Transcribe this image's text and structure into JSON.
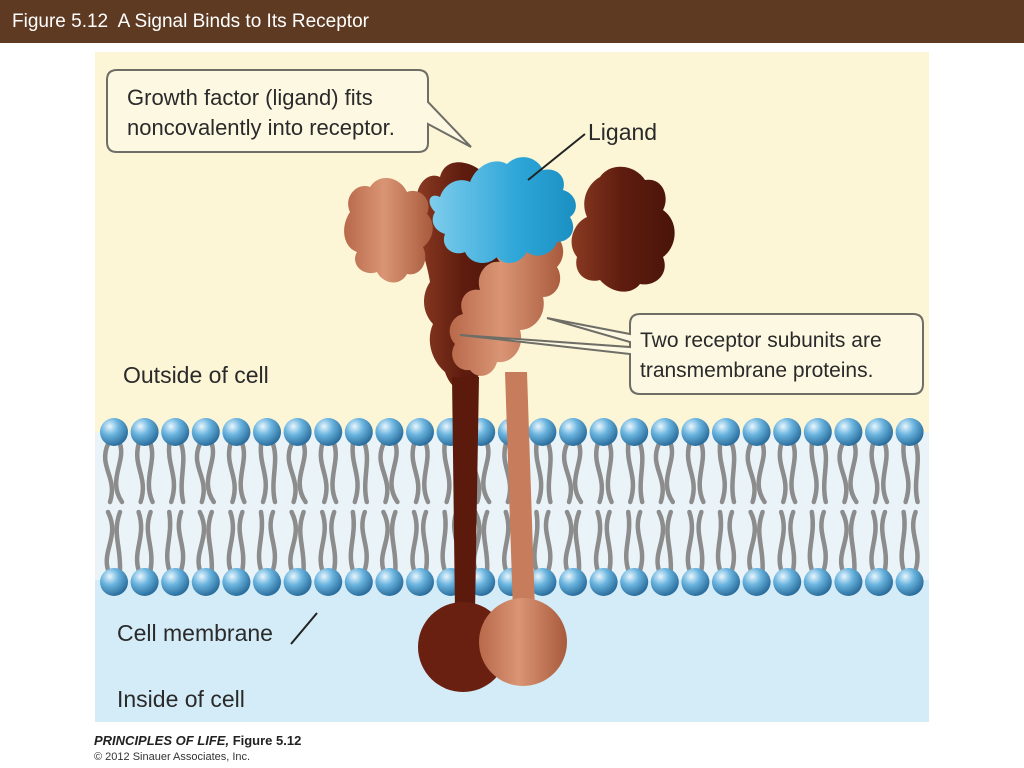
{
  "title": "Figure 5.12  A Signal Binds to Its Receptor",
  "labels": {
    "callout_growth_factor_line1": "Growth factor (ligand) fits",
    "callout_growth_factor_line2": "noncovalently into receptor.",
    "ligand": "Ligand",
    "callout_subunits_line1": "Two receptor subunits are",
    "callout_subunits_line2": "transmembrane proteins.",
    "outside": "Outside of cell",
    "membrane": "Cell membrane",
    "inside": "Inside of cell"
  },
  "credit": {
    "book": "PRINCIPLES OF LIFE,",
    "figure": " Figure 5.12",
    "copyright": "© 2012 Sinauer Associates, Inc."
  },
  "colors": {
    "title_bar": "#5f3a22",
    "outside_bg": "#fcf5d6",
    "membrane_bg": "#eaf4f8",
    "inside_bg": "#d3ecf7",
    "lipid_head": "#5aa7d6",
    "lipid_tail": "#8a8a8a",
    "receptor_dark": "#6b2212",
    "receptor_light": "#cf8a68",
    "ligand": "#2fa9d9",
    "callout_border": "#6e6e66"
  },
  "icons": {
    "lipid_heads": "phospholipid-head-circle",
    "receptor": "protein-blob"
  }
}
